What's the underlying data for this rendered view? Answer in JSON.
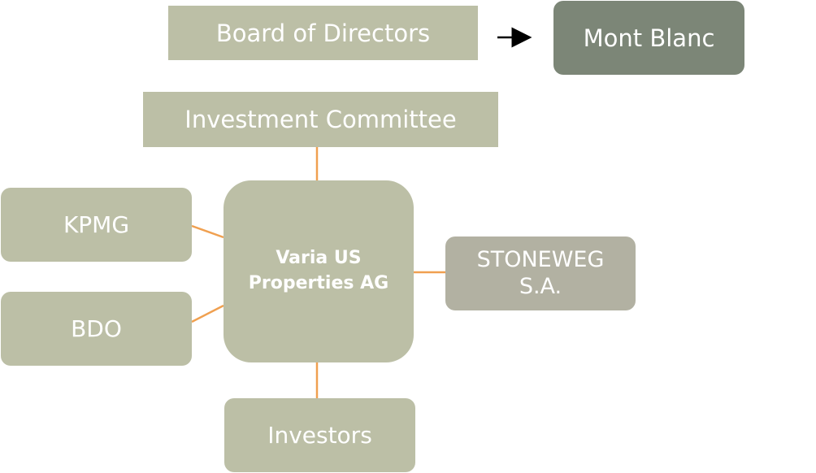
{
  "nodes": {
    "board": "Board of Directors",
    "mont_blanc": "Mont Blanc",
    "investment_committee": "Investment Committee",
    "kpmg": "KPMG",
    "bdo": "BDO",
    "center": "Varia US\nProperties AG",
    "stoneweg": "STONEWEG\nS.A.",
    "investors": "Investors"
  },
  "colors": {
    "sage": "#bcbfa6",
    "dark": "#7c8677",
    "grey": "#b2b1a2",
    "connector": "#f0a050",
    "arrow": "#000000"
  }
}
